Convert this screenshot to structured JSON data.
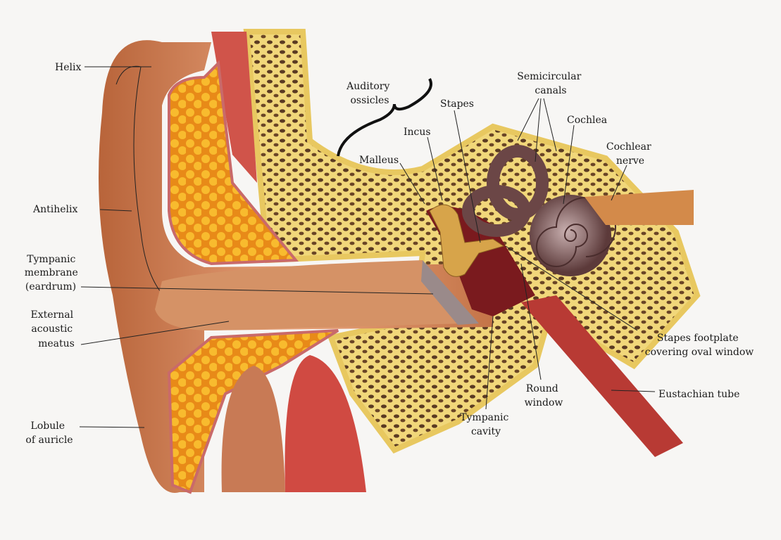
{
  "diagram": {
    "type": "anatomical-illustration",
    "subject_labels": {
      "helix": "Helix",
      "antihelix": "Antihelix",
      "tympanic_membrane": [
        "Tympanic",
        "membrane",
        "(eardrum)"
      ],
      "external_acoustic_meatus": [
        "External",
        "acoustic",
        "meatus"
      ],
      "lobule": [
        "Lobule",
        "of auricle"
      ],
      "auditory_ossicles": [
        "Auditory",
        "ossicles"
      ],
      "malleus": "Malleus",
      "incus": "Incus",
      "stapes": "Stapes",
      "semicircular_canals": [
        "Semicircular",
        "canals"
      ],
      "cochlea": "Cochlea",
      "cochlear_nerve": [
        "Cochlear",
        "nerve"
      ],
      "stapes_footplate": [
        "Stapes footplate",
        "covering oval window"
      ],
      "eustachian_tube": "Eustachian tube",
      "round_window": [
        "Round",
        "window"
      ],
      "tympanic_cavity": [
        "Tympanic",
        "cavity"
      ]
    },
    "colors": {
      "skin": "#d98a5a",
      "bone": "#f2dc7a",
      "fat": "#f5b324",
      "cochlea": "#6e4a4a",
      "muscle": "#c9403b",
      "cavity": "#7a1a1e"
    }
  }
}
